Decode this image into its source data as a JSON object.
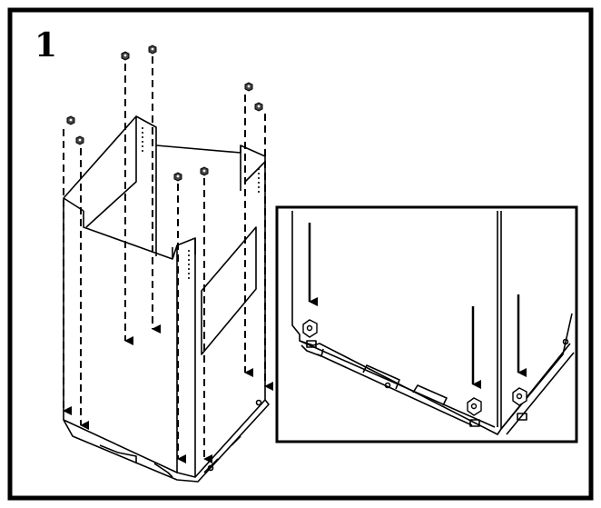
{
  "step": {
    "number": "1"
  },
  "diagram": {
    "main_view": "tower-assembly",
    "detail_view": "corner-nut-detail",
    "arrow_style_main": "dashed",
    "arrow_style_detail": "solid"
  },
  "colors": {
    "stroke": "#000000",
    "background": "#ffffff"
  }
}
